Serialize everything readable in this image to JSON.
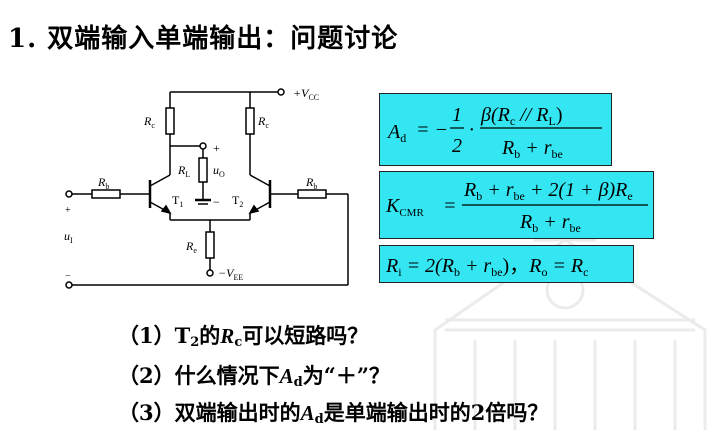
{
  "slide": {
    "title": "1. 双端输入单端输出：问题讨论",
    "circuit_labels": {
      "plus_vcc": "+V",
      "vcc_sub": "CC",
      "rc_left": "R",
      "rc_left_sub": "c",
      "rc_right": "R",
      "rc_right_sub": "c",
      "rl": "R",
      "rl_sub": "L",
      "uo": "u",
      "uo_sub": "O",
      "plus": "+",
      "minus": "−",
      "t1": "T",
      "t1_sub": "1",
      "t2": "T",
      "t2_sub": "2",
      "rb_left": "R",
      "rb_left_sub": "b",
      "rb_right": "R",
      "rb_right_sub": "b",
      "re": "R",
      "re_sub": "e",
      "minus_vee": "−V",
      "vee_sub": "EE",
      "ui": "u",
      "ui_sub": "I",
      "in_plus": "+",
      "in_minus": "−"
    },
    "formula1": {
      "lhs": "A",
      "lhs_sub": "d",
      "eq": "= −",
      "half_num": "1",
      "half_den": "2",
      "dot": "·",
      "num": "β(R",
      "num_sub1": "c",
      "num_mid": " // R",
      "num_sub2": "L",
      "num_end": ")",
      "den1": "R",
      "den_sub1": "b",
      "den_mid": " + r",
      "den_sub2": "be"
    },
    "formula2": {
      "lhs": "K",
      "lhs_sub": "CMR",
      "eq": "=",
      "num1": "R",
      "num_sub1": "b",
      "num2": " + r",
      "num_sub2": "be",
      "num3": " + 2(1 + β)R",
      "num_sub3": "e",
      "den1": "R",
      "den_sub1": "b",
      "den2": " + r",
      "den_sub2": "be"
    },
    "formula3": {
      "ri": "R",
      "ri_sub": "i",
      "ri_eq": " = 2(R",
      "rb_sub": "b",
      "plus_r": " + r",
      "rbe_sub": "be",
      "close": ")，",
      "ro": "R",
      "ro_sub": "o",
      "ro_eq": " = R",
      "rc_sub": "c"
    },
    "questions": {
      "q1_prefix": "（1）T",
      "q1_sub": "2",
      "q1_mid": "的",
      "q1_var": "R",
      "q1_var_sub": "c",
      "q1_end": "可以短路吗？",
      "q2_prefix": "（2）什么情况下",
      "q2_var": "A",
      "q2_var_sub": "d",
      "q2_end": "为“＋”？",
      "q3_prefix": "（3）双端输出时的",
      "q3_var": "A",
      "q3_var_sub": "d",
      "q3_end": "是单端输出时的2倍吗？"
    }
  }
}
